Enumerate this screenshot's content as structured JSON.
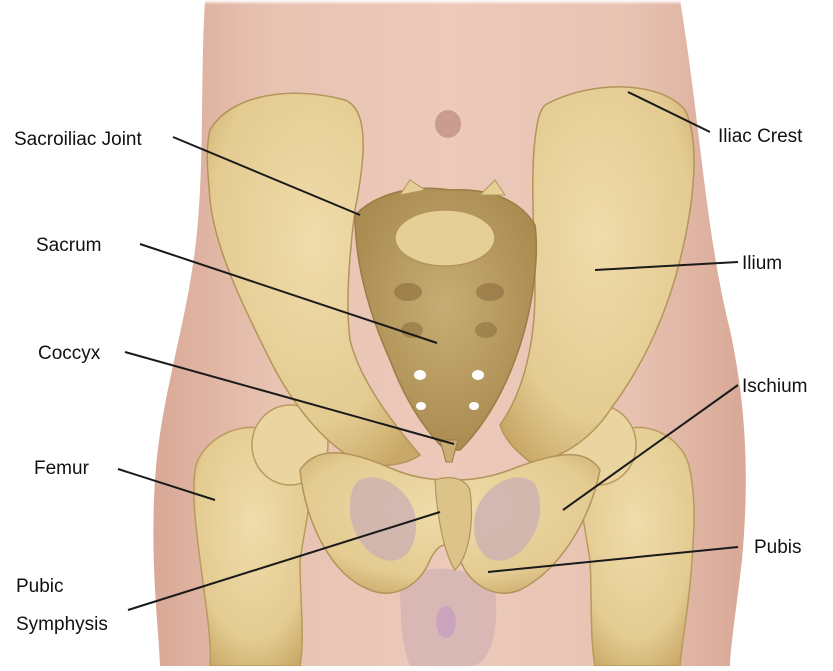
{
  "labels": {
    "sacroiliac_joint": "Sacroiliac Joint",
    "sacrum": "Sacrum",
    "coccyx": "Coccyx",
    "femur": "Femur",
    "pubic_symphysis_line1": "Pubic",
    "pubic_symphysis_line2": "Symphysis",
    "iliac_crest": "Iliac Crest",
    "ilium": "Ilium",
    "ischium": "Ischium",
    "pubis": "Pubis"
  },
  "colors": {
    "background": "#ffffff",
    "skin": "#e8bfae",
    "skin_shade": "#d9a896",
    "bone": "#e8d39c",
    "bone_shade": "#c8a868",
    "bone_dark": "#a98a4e",
    "leader_line": "#1a1a1a"
  }
}
